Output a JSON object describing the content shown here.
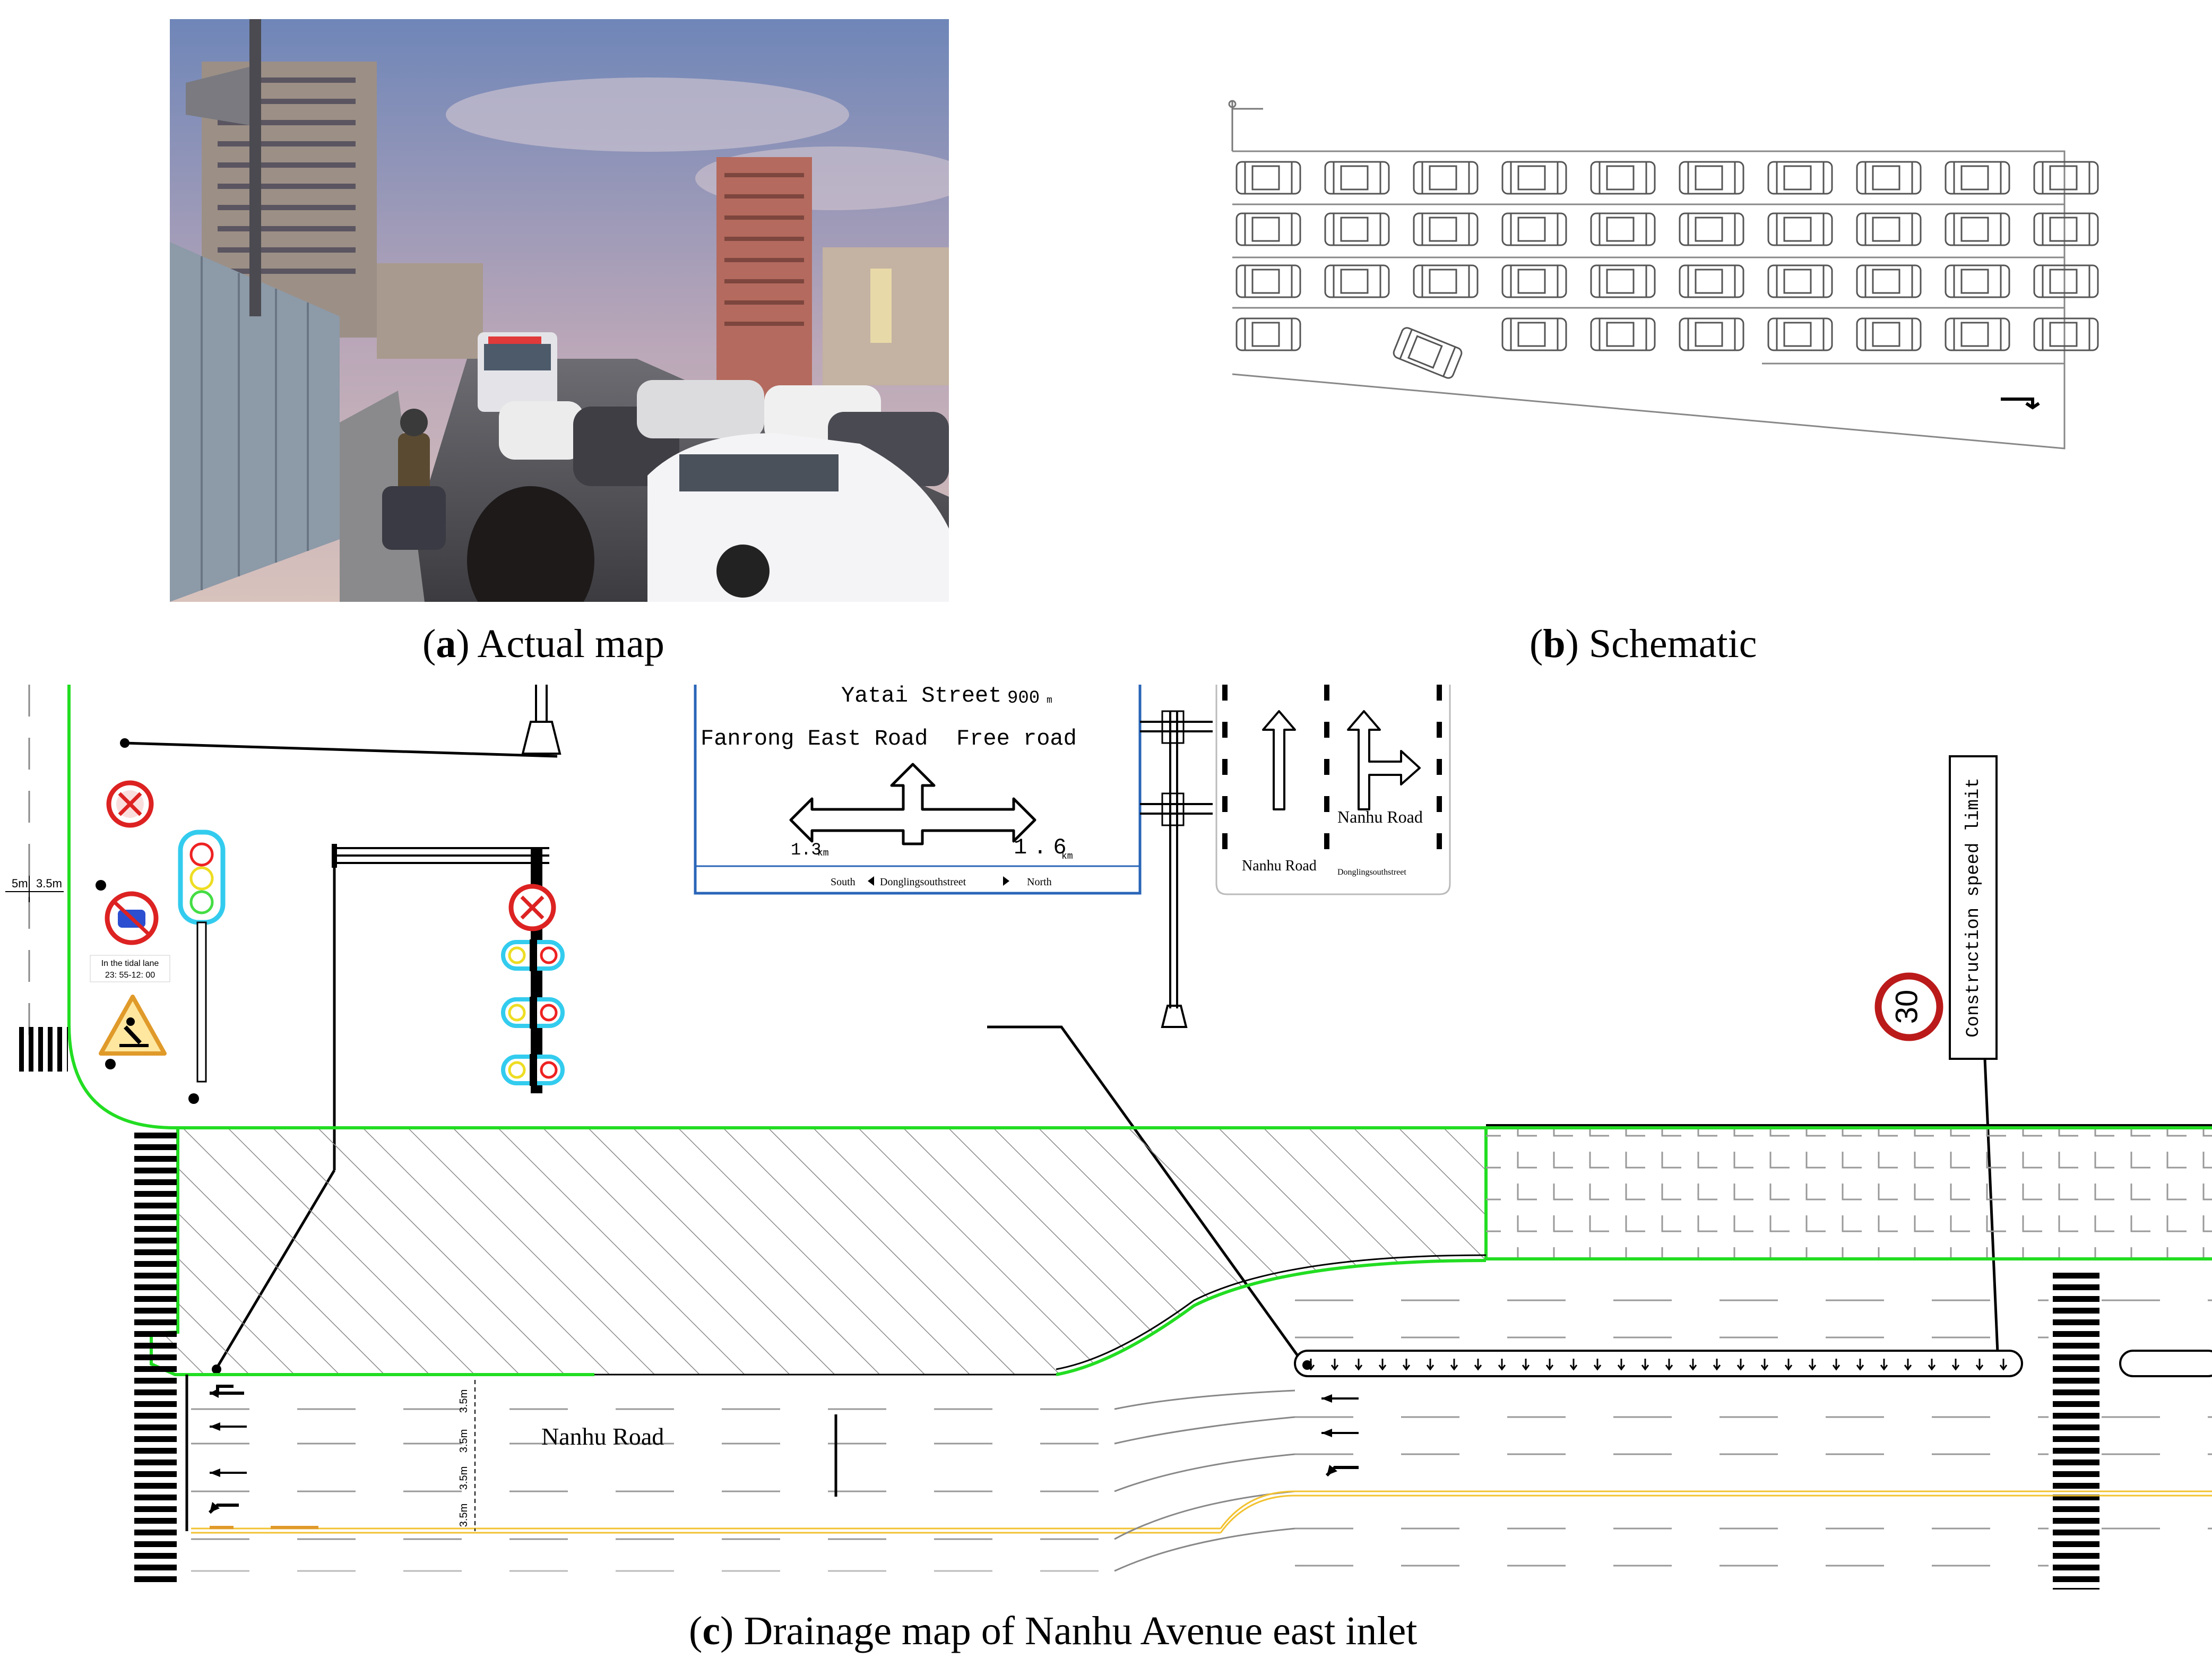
{
  "panels": {
    "a": {
      "letter": "a",
      "caption": "Actual map"
    },
    "b": {
      "letter": "b",
      "caption": "Schematic"
    },
    "c": {
      "letter": "c",
      "caption": "Drainage map of Nanhu Avenue east inlet"
    }
  },
  "guide_sign": {
    "top_road": "Yatai Street",
    "top_dist": "900",
    "top_unit": "m",
    "left_road": "Fanrong East Road",
    "right_road": "Free road",
    "left_dist": "1.3",
    "left_unit": "km",
    "right_dist": "1.6",
    "right_unit": "km",
    "bottom_left": "South",
    "bottom_street": "Donglingsouthstreet",
    "bottom_right": "North"
  },
  "lane_sign": {
    "road_right": "Nanhu Road",
    "road_left": "Nanhu Road",
    "street": "Donglingsouthstreet"
  },
  "speed_sign": {
    "value": "30",
    "label": "Construction speed limit"
  },
  "tidal_lane_text": {
    "line1": "In the tidal lane",
    "line2": "23: 55-12: 00"
  },
  "dimensions": {
    "left_1": "5m",
    "left_2": "3.5m",
    "lane": "3.5m"
  },
  "road_label": "Nanhu Road",
  "colors": {
    "curb": "#22dd22",
    "signal_housing": "#33ccee",
    "signal_red": "#ee2222",
    "signal_yellow": "#eedd22",
    "signal_green": "#44dd44",
    "prohibition_red": "#dd2222",
    "guide_sign_border": "#2a66b8",
    "yellow_line": "#f2c230",
    "warning_orange": "#e09a2a"
  }
}
